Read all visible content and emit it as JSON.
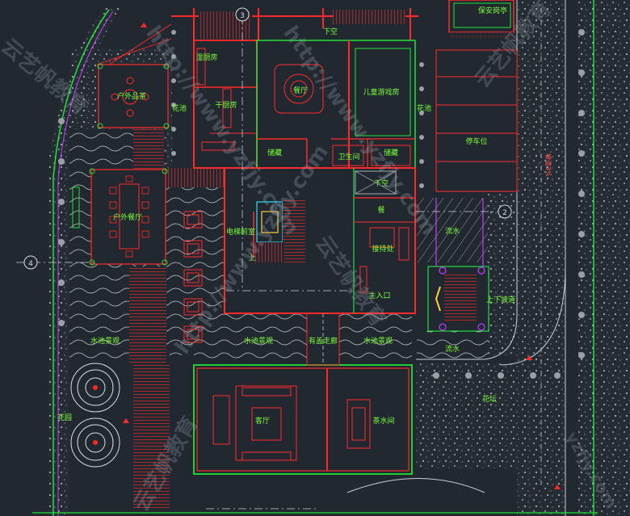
{
  "rooms": {
    "top_corridor": "下空",
    "wet_kitchen": "湿厨房",
    "dining": "餐厅",
    "kids_play": "儿童游戏房",
    "security": "保安岗亭",
    "outdoor_tea": "户外品茶",
    "flower_left": "花池",
    "dry_kitchen": "干厨房",
    "flower_mid": "花池",
    "storage_a": "储藏",
    "bath": "卫生间",
    "storage_b": "储藏",
    "parking": "停车位",
    "road_label": "坡道3%",
    "mid_void": "下空",
    "outdoor_dining": "户外餐厅",
    "mid_room": "餐",
    "stair_front": "电梯前室",
    "hall": "接待处",
    "flowing_water_top": "流水",
    "up_marker": "上",
    "up_down": "上下坡道",
    "main_entry": "主入口",
    "pool_left": "水池景观",
    "pool_mid": "水池景观",
    "corridor": "有盖走廊",
    "pool_right": "水池景观",
    "flowing_water_bottom": "流水",
    "garden_left": "花园",
    "flowerbed": "花坛",
    "living": "客厅",
    "tea_room": "茶水间"
  },
  "axis_markers": [
    "3",
    "2",
    "4"
  ],
  "watermarks": [
    "http://www.yzfjy.com",
    "云艺帆教育",
    "http://www.yzfjy.com",
    "云艺帆教育",
    "http://www.yzfjy.com",
    "云艺帆教育",
    "yzfjy.com",
    "云艺帆教育"
  ],
  "colors": {
    "background": "#212830",
    "wall_red": "#ff2a2a",
    "label_green": "#7cff3c",
    "wall_green": "#22e03a",
    "gravel": "#8a8f94",
    "magenta": "#c040ff",
    "yellow": "#ffd23a",
    "cyan": "#28e0ff"
  }
}
